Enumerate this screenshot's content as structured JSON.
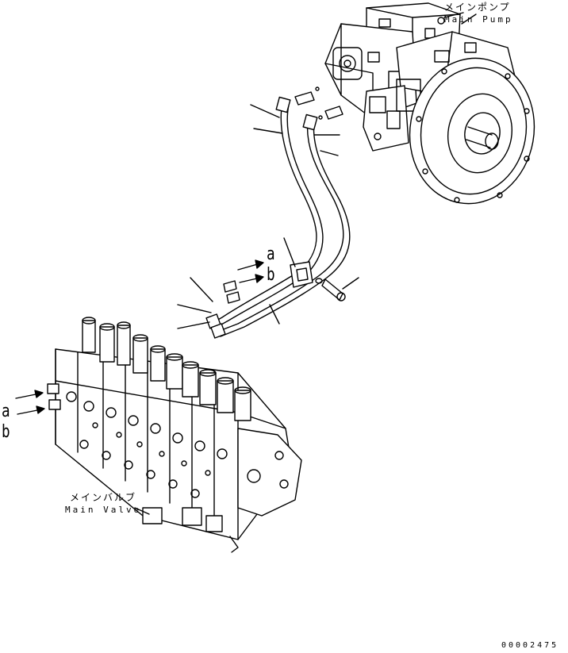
{
  "main_pump": {
    "label_jp": "メインポンプ",
    "label_en": "Main Pump"
  },
  "main_valve": {
    "label_jp": "メインバルブ",
    "label_en": "Main Valve"
  },
  "connection_labels": {
    "pump_side": {
      "a": "a",
      "b": "b"
    },
    "valve_side": {
      "a": "a",
      "b": "b"
    }
  },
  "drawing_number": "00002475"
}
